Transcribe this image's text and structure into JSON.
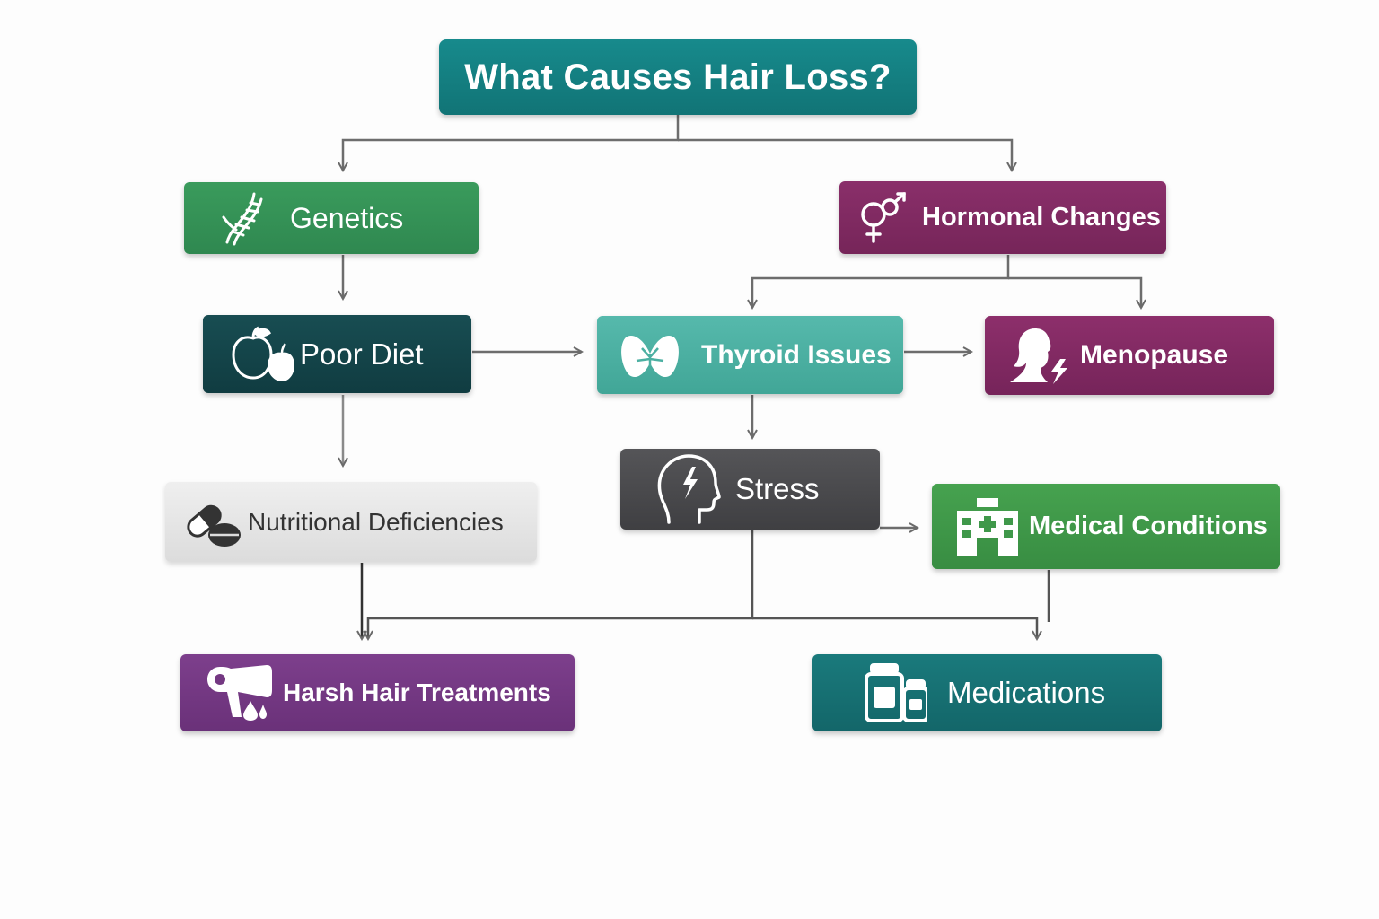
{
  "diagram": {
    "title": "What Causes Hair Loss?",
    "nodes": {
      "genetics": {
        "label": "Genetics",
        "icon": "dna-icon",
        "color": "#34915a"
      },
      "hormonal_changes": {
        "label": "Hormonal Changes",
        "icon": "gender-symbols-icon",
        "color": "#802a62"
      },
      "poor_diet": {
        "label": "Poor Diet",
        "icon": "apple-icon",
        "color": "#14454a"
      },
      "thyroid_issues": {
        "label": "Thyroid Issues",
        "icon": "thyroid-gland-icon",
        "color": "#4cb0a2"
      },
      "menopause": {
        "label": "Menopause",
        "icon": "woman-head-lightning-icon",
        "color": "#822a63"
      },
      "stress": {
        "label": "Stress",
        "icon": "head-lightning-icon",
        "color": "#4a4a4d"
      },
      "nutritional_deficiencies": {
        "label": "Nutritional Deficiencies",
        "icon": "pills-icon",
        "color": "#e6e6e6"
      },
      "medical_conditions": {
        "label": "Medical Conditions",
        "icon": "hospital-icon",
        "color": "#3f984a"
      },
      "harsh_hair_treatments": {
        "label": "Harsh Hair Treatments",
        "icon": "hair-dryer-icon",
        "color": "#743882"
      },
      "medications": {
        "label": "Medications",
        "icon": "medicine-bottles-icon",
        "color": "#177073"
      }
    },
    "edges": [
      {
        "from": "title",
        "to": "genetics"
      },
      {
        "from": "title",
        "to": "hormonal_changes"
      },
      {
        "from": "genetics",
        "to": "poor_diet"
      },
      {
        "from": "hormonal_changes",
        "to": "thyroid_issues"
      },
      {
        "from": "hormonal_changes",
        "to": "menopause"
      },
      {
        "from": "poor_diet",
        "to": "thyroid_issues"
      },
      {
        "from": "thyroid_issues",
        "to": "menopause"
      },
      {
        "from": "poor_diet",
        "to": "nutritional_deficiencies"
      },
      {
        "from": "thyroid_issues",
        "to": "stress"
      },
      {
        "from": "stress",
        "to": "medical_conditions"
      },
      {
        "from": "nutritional_deficiencies",
        "to": "harsh_hair_treatments"
      },
      {
        "from": "stress",
        "to": "harsh_hair_treatments"
      },
      {
        "from": "stress",
        "to": "medications"
      },
      {
        "from": "medical_conditions",
        "to": "medications"
      }
    ]
  }
}
